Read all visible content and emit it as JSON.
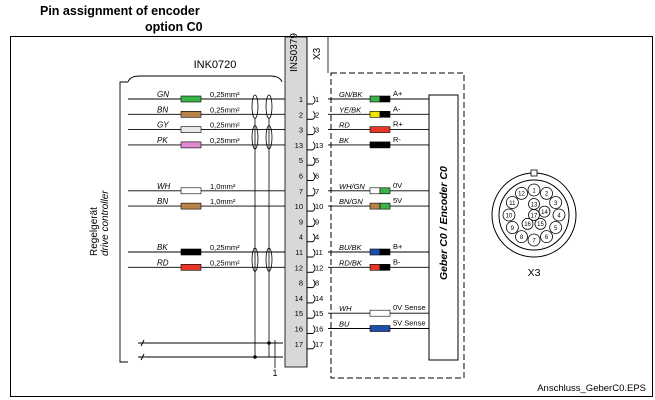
{
  "title_line1": "Pin assignment of encoder",
  "title_line2": "option C0",
  "cable_label": "INK0720",
  "terminal_label": "INS0379",
  "connector_label": "X3",
  "side_label_de": "Regelgerät",
  "side_label_en": "drive controller",
  "encoder_label": "Geber C0 / Encoder C0",
  "connector_view_label": "X3",
  "file_label": "Anschluss_GeberC0.EPS",
  "shield_pin_label": "1",
  "wires": [
    {
      "left_name": "GN",
      "left_color": "#3cb24a",
      "size": "0,25mm²",
      "pin_left": "1",
      "pin_right": "1",
      "right_name": "GN/BK",
      "right_colors": [
        "#3cb24a",
        "#000000"
      ],
      "signal": "A+"
    },
    {
      "left_name": "BN",
      "left_color": "#b8834a",
      "size": "0,25mm²",
      "pin_left": "2",
      "pin_right": "2",
      "right_name": "YE/BK",
      "right_colors": [
        "#f2e400",
        "#000000"
      ],
      "signal": "A-"
    },
    {
      "left_name": "GY",
      "left_color": "#e8e8e8",
      "size": "0,25mm²",
      "pin_left": "3",
      "pin_right": "3",
      "right_name": "RD",
      "right_colors": [
        "#e8382c"
      ],
      "signal": "R+"
    },
    {
      "left_name": "PK",
      "left_color": "#e18ad0",
      "size": "0,25mm²",
      "pin_left": "13",
      "pin_right": "13",
      "right_name": "BK",
      "right_colors": [
        "#000000"
      ],
      "signal": "R-"
    },
    {
      "left_name": "",
      "left_color": "",
      "size": "",
      "pin_left": "5",
      "pin_right": "5",
      "right_name": "",
      "right_colors": [],
      "signal": ""
    },
    {
      "left_name": "",
      "left_color": "",
      "size": "",
      "pin_left": "6",
      "pin_right": "6",
      "right_name": "",
      "right_colors": [],
      "signal": ""
    },
    {
      "left_name": "WH",
      "left_color": "#ffffff",
      "size": "1,0mm²",
      "pin_left": "7",
      "pin_right": "7",
      "right_name": "WH/GN",
      "right_colors": [
        "#ffffff",
        "#3cb24a"
      ],
      "signal": "0V"
    },
    {
      "left_name": "BN",
      "left_color": "#b8834a",
      "size": "1,0mm²",
      "pin_left": "10",
      "pin_right": "10",
      "right_name": "BN/GN",
      "right_colors": [
        "#b8834a",
        "#3cb24a"
      ],
      "signal": "5V"
    },
    {
      "left_name": "",
      "left_color": "",
      "size": "",
      "pin_left": "9",
      "pin_right": "9",
      "right_name": "",
      "right_colors": [],
      "signal": ""
    },
    {
      "left_name": "",
      "left_color": "",
      "size": "",
      "pin_left": "4",
      "pin_right": "4",
      "right_name": "",
      "right_colors": [],
      "signal": ""
    },
    {
      "left_name": "BK",
      "left_color": "#000000",
      "size": "0,25mm²",
      "pin_left": "11",
      "pin_right": "11",
      "right_name": "BU/BK",
      "right_colors": [
        "#1e4fa8",
        "#000000"
      ],
      "signal": "B+"
    },
    {
      "left_name": "RD",
      "left_color": "#e8382c",
      "size": "0,25mm²",
      "pin_left": "12",
      "pin_right": "12",
      "right_name": "RD/BK",
      "right_colors": [
        "#e8382c",
        "#000000"
      ],
      "signal": "B-"
    },
    {
      "left_name": "",
      "left_color": "",
      "size": "",
      "pin_left": "8",
      "pin_right": "8",
      "right_name": "",
      "right_colors": [],
      "signal": ""
    },
    {
      "left_name": "",
      "left_color": "",
      "size": "",
      "pin_left": "14",
      "pin_right": "14",
      "right_name": "",
      "right_colors": [],
      "signal": ""
    },
    {
      "left_name": "",
      "left_color": "",
      "size": "",
      "pin_left": "15",
      "pin_right": "15",
      "right_name": "WH",
      "right_colors": [
        "#ffffff"
      ],
      "signal": "0V Sense"
    },
    {
      "left_name": "",
      "left_color": "",
      "size": "",
      "pin_left": "16",
      "pin_right": "16",
      "right_name": "BU",
      "right_colors": [
        "#1e4fa8"
      ],
      "signal": "5V Sense"
    },
    {
      "left_name": "",
      "left_color": "",
      "size": "",
      "pin_left": "17",
      "pin_right": "17",
      "right_name": "",
      "right_colors": [],
      "signal": ""
    }
  ],
  "connector_pins": [
    "1",
    "2",
    "3",
    "4",
    "5",
    "6",
    "7",
    "8",
    "9",
    "10",
    "11",
    "12",
    "13",
    "14",
    "15",
    "16",
    "17"
  ]
}
